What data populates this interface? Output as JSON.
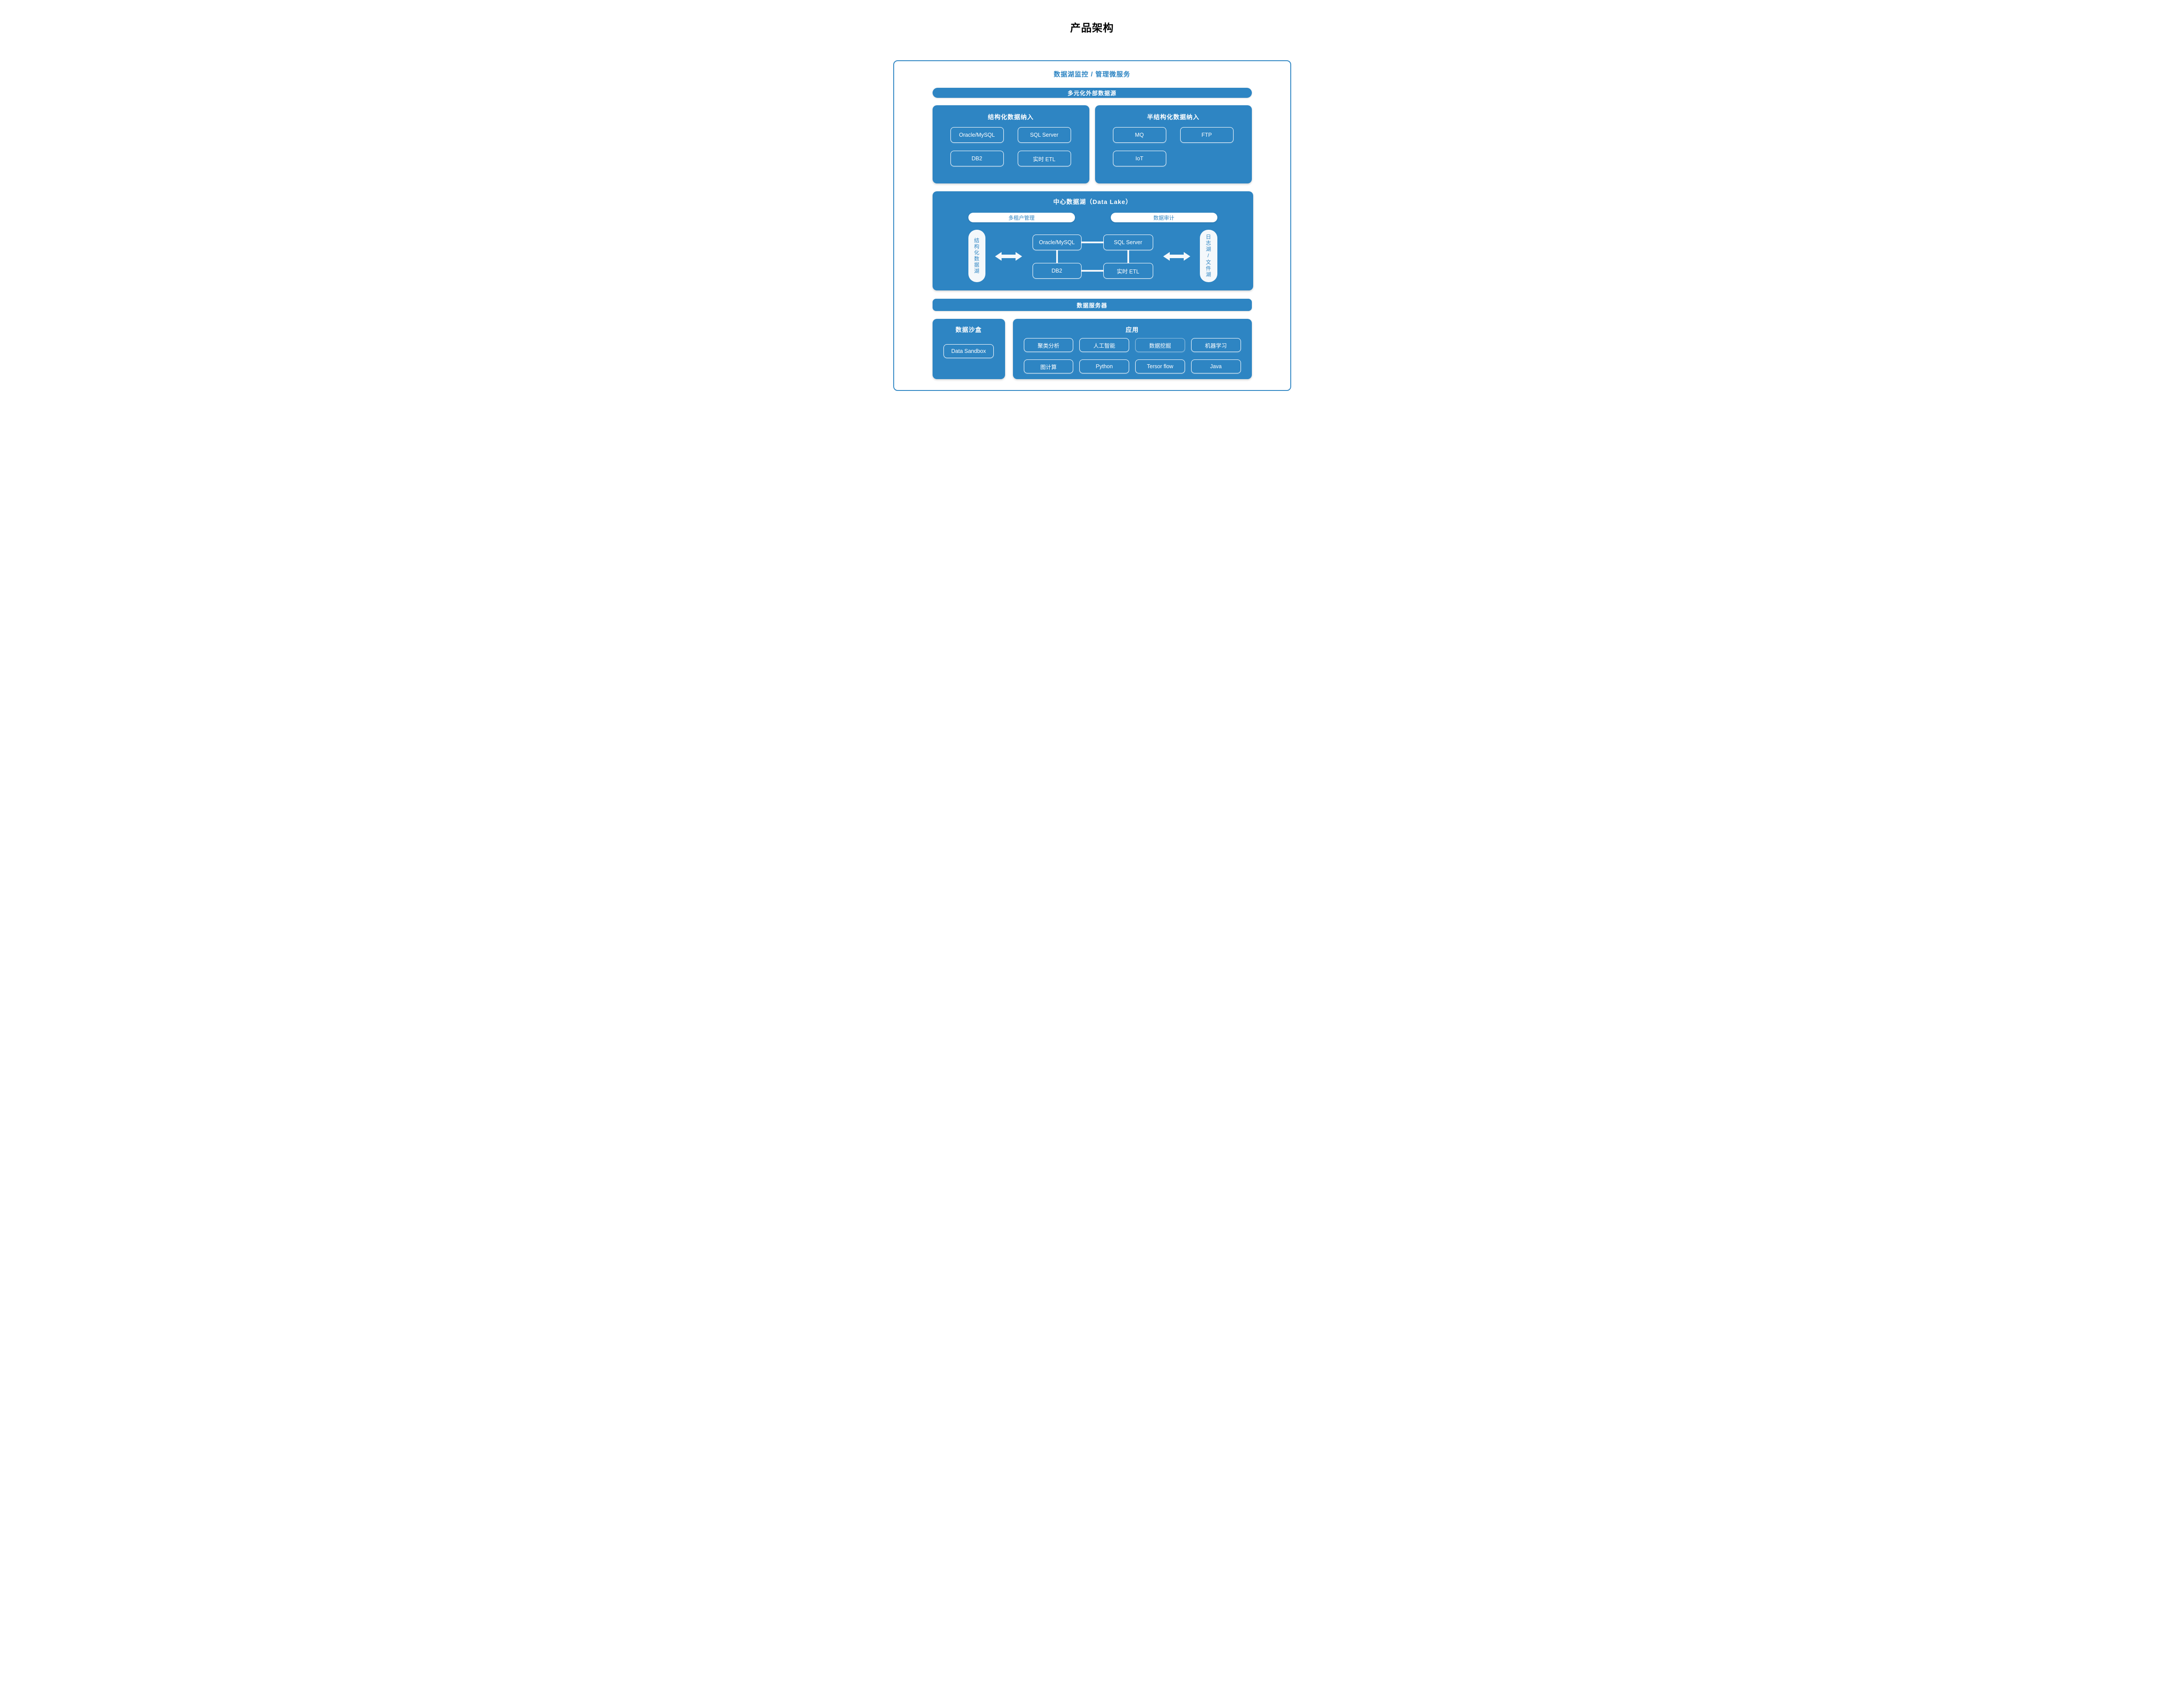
{
  "colors": {
    "primary_blue": "#2E85C3",
    "pill_white": "#F4F8FB"
  },
  "page_title": "产品架构",
  "container": {
    "microservice_header": "数据湖监控 / 管理微服务",
    "external_source_bar": "多元化外部数据源",
    "structured_ingest": {
      "title": "结构化数据纳入",
      "buttons": [
        "Oracle/MySQL",
        "SQL Server",
        "DB2",
        "实时 ETL"
      ]
    },
    "semi_structured_ingest": {
      "title": "半结构化数据纳入",
      "buttons": [
        "MQ",
        "FTP",
        "IoT"
      ]
    },
    "data_lake": {
      "title": "中心数据湖（Data Lake）",
      "tenant_pill": "多租户管理",
      "audit_pill": "数据审计",
      "left_lake": "结构化数据湖",
      "right_lake": "日志湖/文件湖",
      "nodes": [
        "Oracle/MySQL",
        "SQL Server",
        "DB2",
        "实时 ETL"
      ]
    },
    "server_bar": "数据服务器",
    "sandbox": {
      "title": "数据沙盒",
      "button": "Data Sandbox"
    },
    "apps": {
      "title": "应用",
      "row1": [
        "聚类分析",
        "人工智能",
        "数据挖掘",
        "机器学习"
      ],
      "row2": [
        "图计算",
        "Python",
        "Tersor flow",
        "Java"
      ]
    }
  }
}
